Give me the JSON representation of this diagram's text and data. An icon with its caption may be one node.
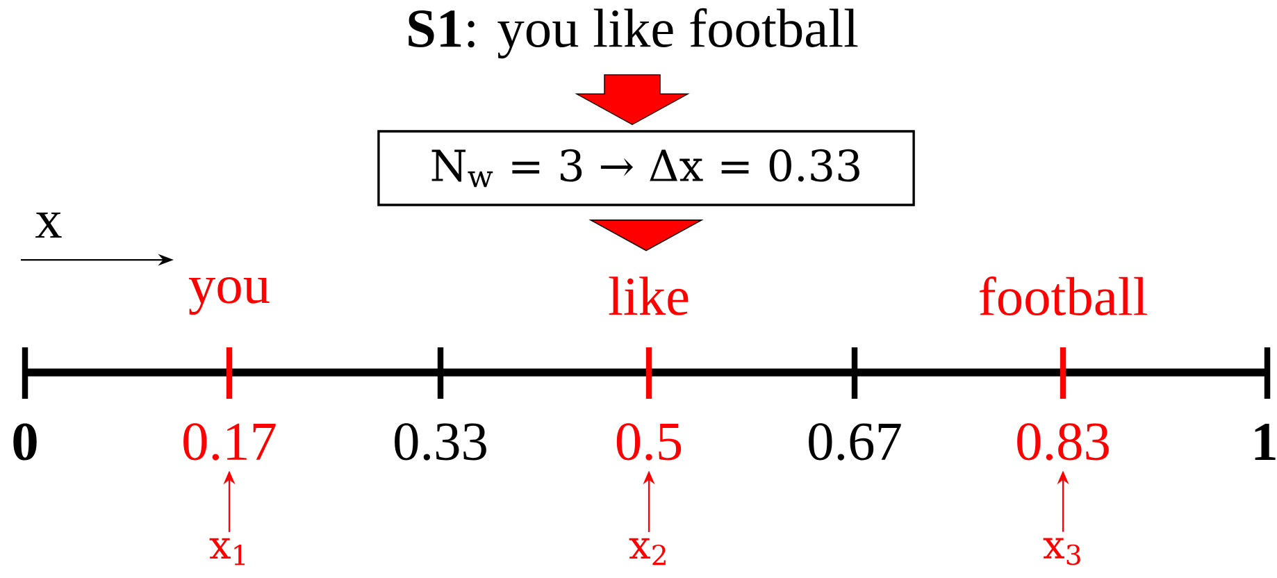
{
  "diagram": {
    "nodes": [
      {
        "text": [
          "**S1**: you like football"
        ]
      },
      {
        "text": [
          "N$_{w}$ = 3 → Δx = 0.33"
        ]
      },
      {
        "text": [
          "0.17"
        ]
      },
      {
        "text": [
          "0.5"
        ]
      },
      {
        "text": [
          "0.83"
        ]
      },
      {
        "text": [
          "x$_{1}$"
        ]
      },
      {
        "text": [
          "x$_{2}$"
        ]
      },
      {
        "text": [
          "x$_{3}$"
        ]
      }
    ],
    "edges": [
      {
        "from": 0,
        "to": 1,
        "arrow": "to",
        "style": "thick",
        "color": "#ff0000"
      },
      {
        "from": 1,
        "to": null,
        "arrow": "to",
        "style": "thick",
        "color": "#ff0000"
      },
      {
        "from": 5,
        "to": 2,
        "arrow": "to",
        "color": "#ff0000"
      },
      {
        "from": 6,
        "to": 3,
        "arrow": "to",
        "color": "#ff0000"
      },
      {
        "from": 7,
        "to": 4,
        "arrow": "to",
        "color": "#ff0000"
      }
    ],
    "labels": [
      "x",
      "you",
      "like",
      "football",
      "0",
      "0.33",
      "0.67",
      "1"
    ]
  }
}
